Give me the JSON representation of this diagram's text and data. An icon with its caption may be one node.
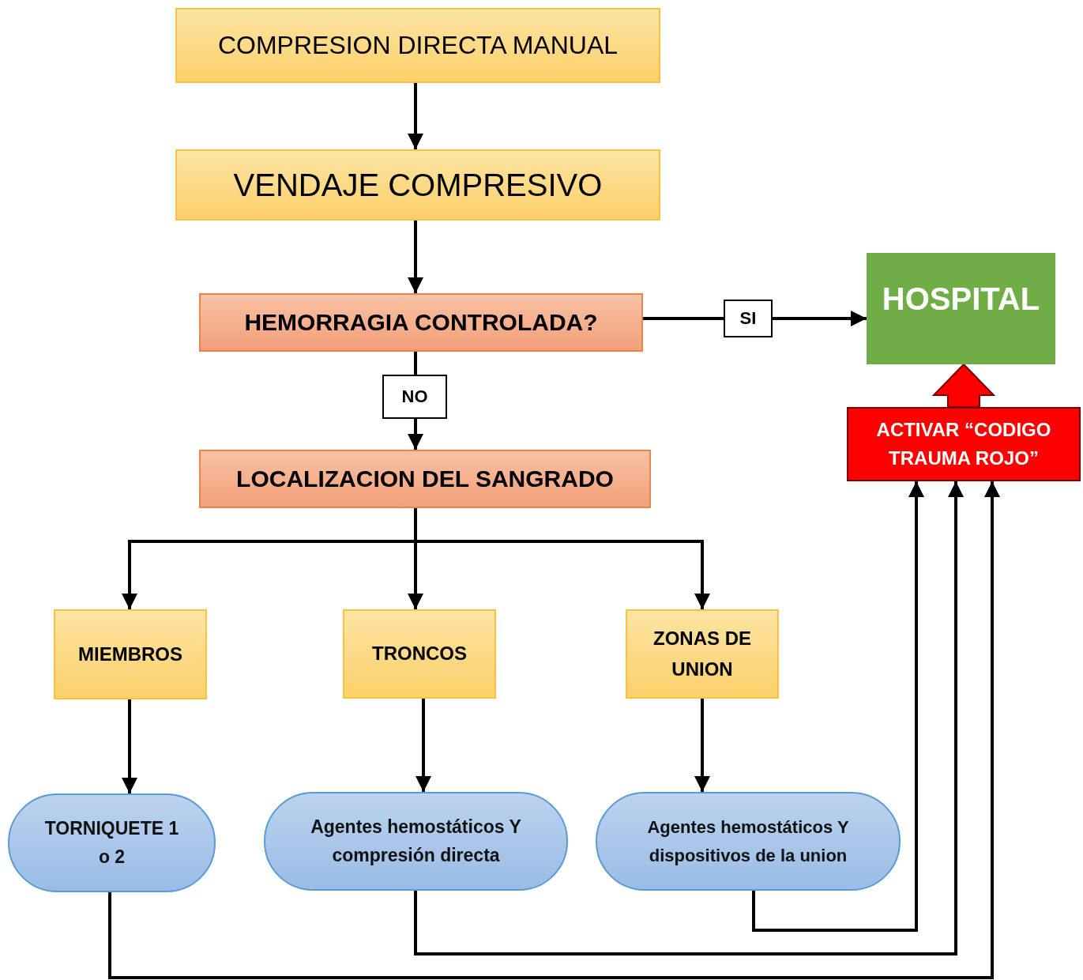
{
  "diagram": {
    "nodes": [
      {
        "text": [
          "COMPRESION DIRECTA MANUAL"
        ]
      },
      {
        "text": [
          "VENDAJE COMPRESIVO"
        ]
      },
      {
        "text": [
          "HEMORRAGIA CONTROLADA?"
        ]
      },
      {
        "text": [
          "HOSPITAL"
        ]
      },
      {
        "text": [
          "ACTIVAR  “CODIGO TRAUMA ROJO”"
        ]
      },
      {
        "text": [
          "LOCALIZACION DEL SANGRADO"
        ]
      },
      {
        "text": [
          "MIEMBROS"
        ]
      },
      {
        "text": [
          "TRONCOS"
        ]
      },
      {
        "text": [
          "ZONAS DE UNION"
        ]
      },
      {
        "text": [
          "TORNIQUETE 1 o 2"
        ]
      },
      {
        "text": [
          "Agentes hemostáticos Y compresión directa"
        ]
      },
      {
        "text": [
          "Agentes hemostáticos Y dispositivos de la union"
        ]
      }
    ],
    "edges": [
      {
        "from": 0,
        "to": 1,
        "arrow": "to"
      },
      {
        "from": 1,
        "to": 2,
        "arrow": "to"
      },
      {
        "from": 2,
        "to": 3,
        "arrow": "to",
        "label": "SI"
      },
      {
        "from": 2,
        "to": 5,
        "arrow": "to",
        "label": "NO"
      },
      {
        "from": 5,
        "to": 6,
        "arrow": "to"
      },
      {
        "from": 5,
        "to": 7,
        "arrow": "to"
      },
      {
        "from": 5,
        "to": 8,
        "arrow": "to"
      },
      {
        "from": 6,
        "to": 9,
        "arrow": "to"
      },
      {
        "from": 7,
        "to": 10,
        "arrow": "to"
      },
      {
        "from": 8,
        "to": 11,
        "arrow": "to"
      },
      {
        "from": 11,
        "to": 4,
        "arrow": "to"
      },
      {
        "from": 10,
        "to": 4,
        "arrow": "to"
      },
      {
        "from": 9,
        "to": 4,
        "arrow": "to"
      },
      {
        "from": 4,
        "to": 3,
        "arrow": "to",
        "style": "thick",
        "color": "#ff0000"
      }
    ]
  }
}
